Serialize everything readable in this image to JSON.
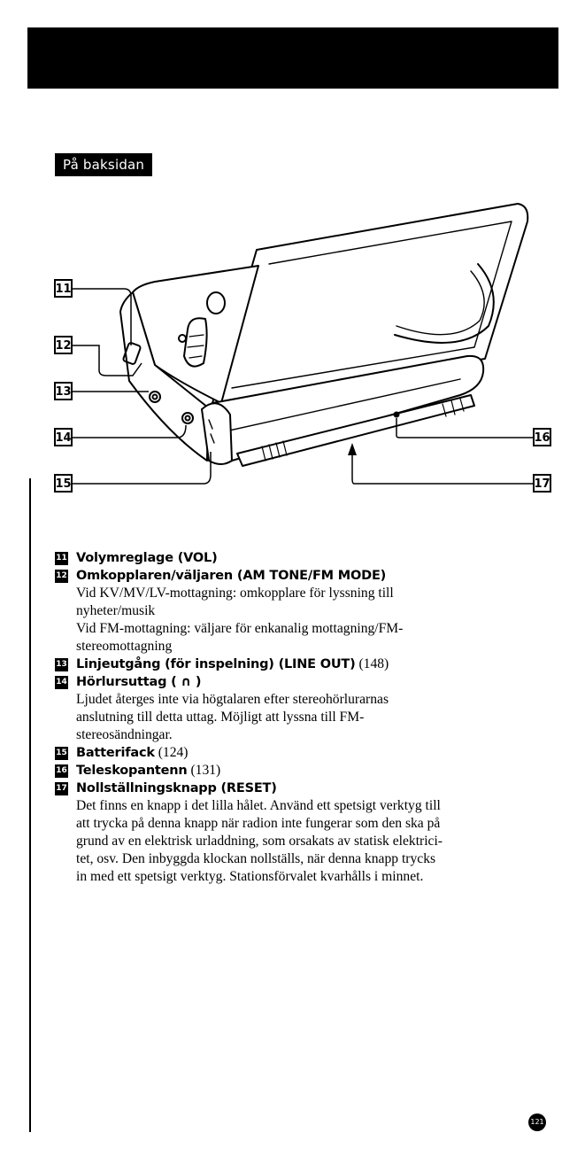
{
  "header": {
    "section_label": "På baksidan"
  },
  "figure": {
    "callouts": [
      "11",
      "12",
      "13",
      "14",
      "15",
      "16",
      "17"
    ]
  },
  "items": [
    {
      "num": "11",
      "term": "Volymreglage (VOL)",
      "ref": "",
      "body": []
    },
    {
      "num": "12",
      "term": "Omkopplaren/väljaren (AM TONE/FM MODE)",
      "ref": "",
      "body": [
        "Vid KV/MV/LV-mottagning: omkopplare för lyssning till",
        "nyheter/musik",
        "Vid FM-mottagning: väljare för enkanalig mottagning/FM-",
        "stereomottagning"
      ]
    },
    {
      "num": "13",
      "term": "Linjeutgång (för inspelning) (LINE OUT)",
      "ref": "(148)",
      "body": []
    },
    {
      "num": "14",
      "term": "Hörlursuttag ( ∩ )",
      "ref": "",
      "body": [
        "Ljudet återges inte via högtalaren efter stereohörlurarnas",
        "anslutning till detta uttag. Möjligt att lyssna till FM-",
        "stereosändningar."
      ]
    },
    {
      "num": "15",
      "term": "Batterifack",
      "ref": "(124)",
      "body": []
    },
    {
      "num": "16",
      "term": "Teleskopantenn",
      "ref": "(131)",
      "body": []
    },
    {
      "num": "17",
      "term": "Nollställningsknapp (RESET)",
      "ref": "",
      "body": [
        "Det finns en knapp i det lilla hålet. Använd ett spetsigt verktyg till",
        "att trycka på denna knapp när radion inte fungerar som den ska på",
        "grund av en elektrisk urladdning, som orsakats av statisk elektrici-",
        "tet, osv. Den inbyggda klockan nollställs, när denna knapp trycks",
        "in med ett spetsigt verktyg. Stationsförvalet kvarhålls i minnet."
      ]
    }
  ],
  "footer": {
    "page_number": "121"
  }
}
